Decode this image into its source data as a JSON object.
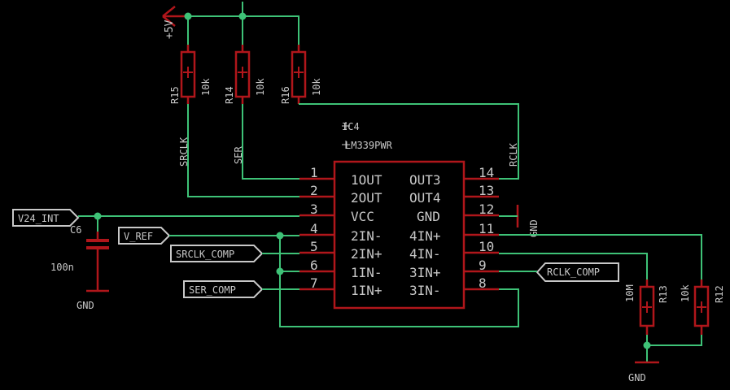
{
  "supply": {
    "label": "+5V"
  },
  "resistors": [
    {
      "ref": "R15",
      "value": "10k"
    },
    {
      "ref": "R14",
      "value": "10k"
    },
    {
      "ref": "R16",
      "value": "10k"
    },
    {
      "ref": "R13",
      "value": "10M"
    },
    {
      "ref": "R12",
      "value": "10k"
    }
  ],
  "capacitor": {
    "ref": "C6",
    "value": "100n"
  },
  "ic": {
    "ref": "IC4",
    "part": "LM339PWR",
    "left_pins": [
      {
        "num": "1",
        "name": "1OUT"
      },
      {
        "num": "2",
        "name": "2OUT"
      },
      {
        "num": "3",
        "name": "VCC"
      },
      {
        "num": "4",
        "name": "2IN-"
      },
      {
        "num": "5",
        "name": "2IN+"
      },
      {
        "num": "6",
        "name": "1IN-"
      },
      {
        "num": "7",
        "name": "1IN+"
      }
    ],
    "right_pins": [
      {
        "num": "14",
        "name": "OUT3"
      },
      {
        "num": "13",
        "name": "OUT4"
      },
      {
        "num": "12",
        "name": "GND"
      },
      {
        "num": "11",
        "name": "4IN+"
      },
      {
        "num": "10",
        "name": "4IN-"
      },
      {
        "num": "9",
        "name": "3IN+"
      },
      {
        "num": "8",
        "name": "3IN-"
      }
    ]
  },
  "nets": {
    "srclk": "SRCLK",
    "ser": "SER",
    "rclk": "RCLK"
  },
  "ports": {
    "v24_int": "V24_INT",
    "v_ref": "V_REF",
    "srclk_comp": "SRCLK_COMP",
    "ser_comp": "SER_COMP",
    "rclk_comp": "RCLK_COMP"
  },
  "grounds": {
    "cap": "GND",
    "ic": "GND",
    "divider": "GND"
  }
}
